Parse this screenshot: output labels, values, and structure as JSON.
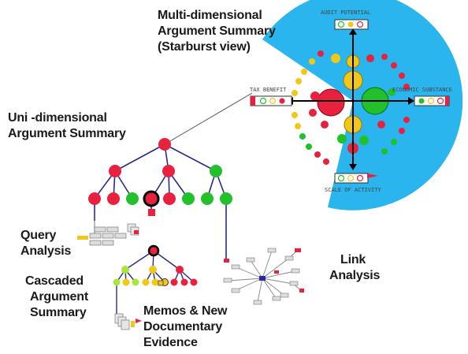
{
  "labels": {
    "starburst_title_1": "Multi-dimensional",
    "starburst_title_2": "Argument Summary",
    "starburst_title_3": "(Starburst view)",
    "uni_1": "Uni -dimensional",
    "uni_2": "Argument Summary",
    "query_1": "Query",
    "query_2": "Analysis",
    "cascade_1": "Cascaded",
    "cascade_2": "Argument",
    "cascade_3": "Summary",
    "memos_1": "Memos & New",
    "memos_2": "Documentary",
    "memos_3": "Evidence",
    "link_1": "Link",
    "link_2": "Analysis"
  },
  "starburst_axes": {
    "top": "AUDIT POTENTIAL",
    "left": "TAX BENEFIT",
    "right": "ECONOMIC SUBSTANCE",
    "bottom": "SCALE OF ACTIVITY"
  },
  "colors": {
    "red": "#e8213f",
    "green": "#22c02a",
    "yellow": "#f2c818",
    "sky": "#2ab5ee",
    "edge": "#2a2a8a",
    "text": "#1a1a1a"
  }
}
